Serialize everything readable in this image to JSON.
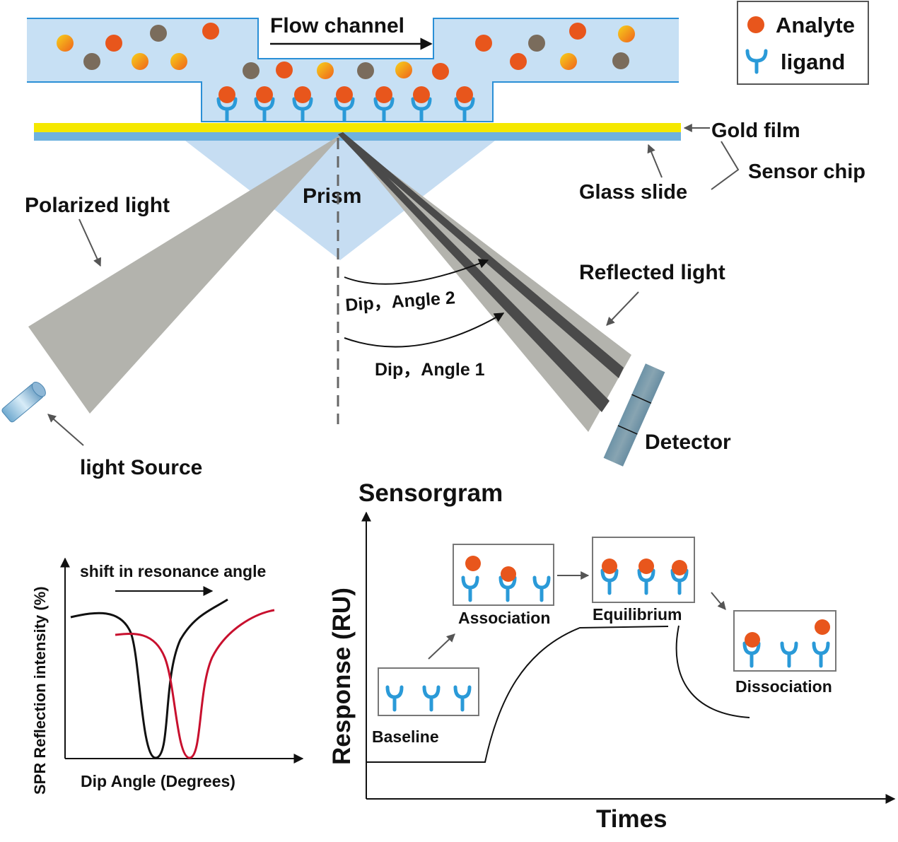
{
  "colors": {
    "channel_fill": "#c7e0f4",
    "channel_stroke": "#2a8fd6",
    "gold_film": "#f5e800",
    "glass_slide": "#6fb2df",
    "prism": "#c6ddf2",
    "beam": "#b3b3ad",
    "beam_dark": "#4a4a4a",
    "analyte": "#e8561c",
    "ligand": "#2a9ad8",
    "gray_particle": "#7a6c5c",
    "curve_red": "#c8102e",
    "detector": "#6d8c9a"
  },
  "labels": {
    "flow_channel": "Flow channel",
    "legend_analyte": "Analyte",
    "legend_ligand": "ligand",
    "gold_film": "Gold film",
    "sensor_chip": "Sensor chip",
    "glass_slide": "Glass slide",
    "prism": "Prism",
    "polarized_light": "Polarized light",
    "reflected_light": "Reflected light",
    "dip_angle_2": "Dip，Angle 2",
    "dip_angle_1": "Dip，Angle 1",
    "detector": "Detector",
    "light_source": "light Source"
  },
  "spr_plot": {
    "ylabel": "SPR Reflection intensity (%)",
    "xlabel": "Dip Angle (Degrees)",
    "annotation": "shift in resonance angle"
  },
  "sensorgram": {
    "title": "Sensorgram",
    "ylabel": "Response (RU)",
    "xlabel": "Times",
    "stages": {
      "baseline": "Baseline",
      "association": "Association",
      "equilibrium": "Equilibrium",
      "dissociation": "Dissociation"
    }
  },
  "icons": [
    "analyte-dot-icon",
    "ligand-y-icon",
    "light-source-icon",
    "detector-icon"
  ]
}
